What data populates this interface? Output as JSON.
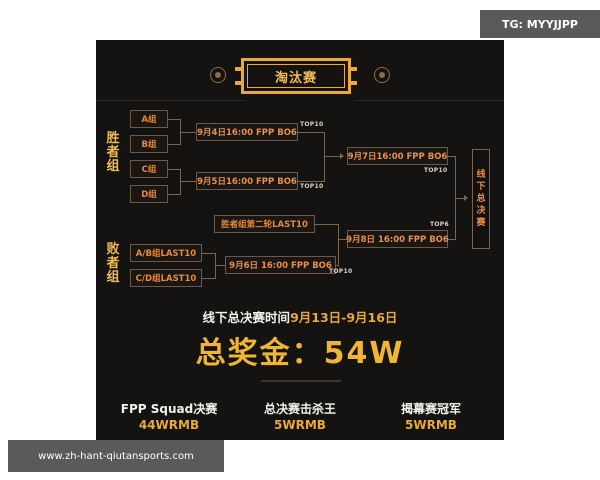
{
  "watermarks": {
    "top_right": "TG: MYYJJPP",
    "bottom_left": "www.zh-hant-qiutansports.com"
  },
  "poster": {
    "title": "淘汰赛",
    "colors": {
      "background": "#151311",
      "gold": "#e8a93a",
      "orange": "#e8904a",
      "border": "#6b5a48"
    },
    "winners_bracket": {
      "label": "胜者组",
      "groups": [
        "A组",
        "B组",
        "C组",
        "D组"
      ],
      "round1": [
        {
          "match": "9月4日16:00 FPP BO6",
          "advance": "TOP10"
        },
        {
          "match": "9月5日16:00 FPP BO6",
          "advance": "TOP10"
        }
      ],
      "round2": {
        "match": "9月7日16:00 FPP BO6",
        "advance": "TOP10"
      }
    },
    "losers_bracket": {
      "label": "败者组",
      "groups": [
        "A/B组LAST10",
        "C/D组LAST10"
      ],
      "drop_in": "胜者组第二轮LAST10",
      "round1": {
        "match": "9月6日 16:00 FPP BO6",
        "advance": "TOP10"
      },
      "round2": {
        "match": "9月8日 16:00 FPP BO6",
        "advance": "TOP6"
      }
    },
    "final": "线下总决赛",
    "finals_time": {
      "prefix": "线下总决赛时间",
      "dates": "9月13日-9月16日"
    },
    "total_prize": "总奖金：54W",
    "awards": [
      {
        "name": "FPP Squad决赛",
        "value": "44WRMB"
      },
      {
        "name": "总决赛击杀王",
        "value": "5WRMB"
      },
      {
        "name": "揭幕赛冠军",
        "value": "5WRMB"
      }
    ]
  }
}
